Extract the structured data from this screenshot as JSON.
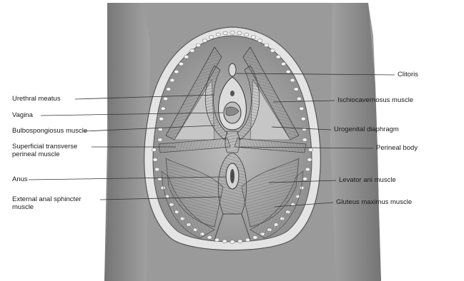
{
  "labels_left": [
    {
      "id": "urethral-meatus",
      "lines": [
        "Urethral meatus"
      ]
    },
    {
      "id": "vagina",
      "lines": [
        "Vagina"
      ]
    },
    {
      "id": "bulbospongiosus-muscle",
      "lines": [
        "Bulbospongiosus muscle"
      ]
    },
    {
      "id": "superficial-transverse-perineal-muscle",
      "lines": [
        "Superficial transverse",
        "perineal muscle"
      ]
    },
    {
      "id": "anus",
      "lines": [
        "Anus"
      ]
    },
    {
      "id": "external-anal-sphincter-muscle",
      "lines": [
        "External anal sphincter",
        "muscle"
      ]
    }
  ],
  "labels_right": [
    {
      "id": "clitoris",
      "lines": [
        "Clitoris"
      ]
    },
    {
      "id": "ischiocavernosus-muscle",
      "lines": [
        "Ischiocavernosus muscle"
      ]
    },
    {
      "id": "urogenital-diaphragm",
      "lines": [
        "Urogenital diaphragm"
      ]
    },
    {
      "id": "perineal-body",
      "lines": [
        "Perineal body"
      ]
    },
    {
      "id": "levator-ani-muscle",
      "lines": [
        "Levator ani muscle"
      ]
    },
    {
      "id": "gluteus-maximus-muscle",
      "lines": [
        "Gluteus maximus muscle"
      ]
    }
  ],
  "colors": {
    "background": "#ffffff",
    "thigh_shade": "#8f8f8f",
    "fat_ring": "#c9c9c9",
    "muscle": "#a8a8a8",
    "line": "#333333"
  }
}
